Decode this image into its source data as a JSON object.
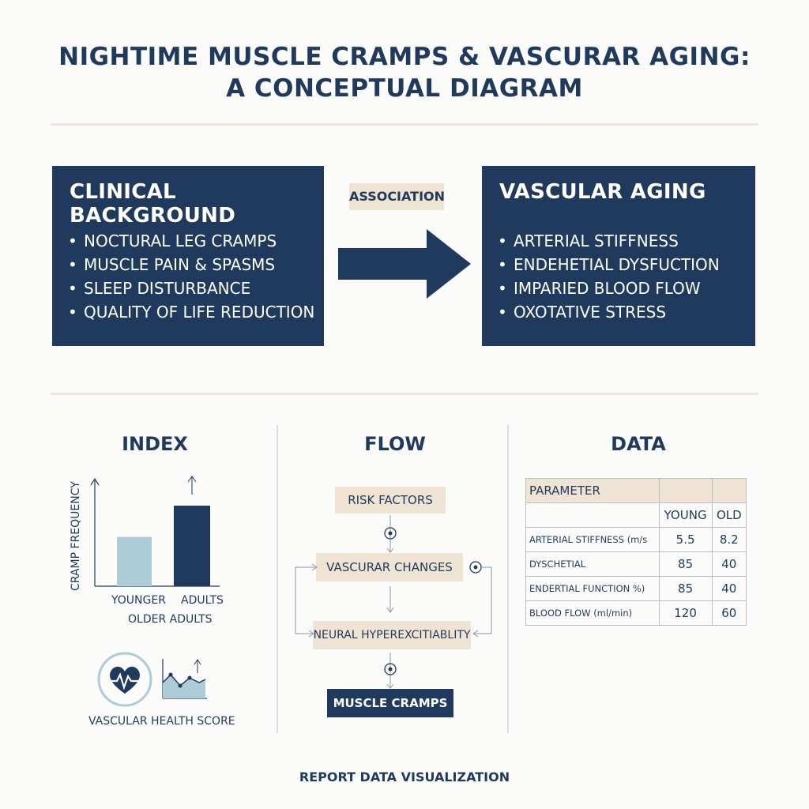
{
  "title": {
    "line1": "NIGHTIME MUSCLE CRAMPS & VASCURAR AGING:",
    "line2": "A CONCEPTUAL DIAGRAM"
  },
  "clinical_background": {
    "heading": "CLINICAL BACKGROUND",
    "items": [
      "NOCTURAL LEG CRAMPS",
      "MUSCLE PAIN & SPASMS",
      "SLEEP DISTURBANCE",
      "QUALITY OF LIFE REDUCTION"
    ]
  },
  "association_label": "ASSOCIATION",
  "vascular_aging": {
    "heading": "VASCULAR AGING",
    "items": [
      "ARTERIAL STIFFNESS",
      "ENDEHETIAL DYSFUCTION",
      "IMPARIED BLOOD FLOW",
      "OXOTATIVE STRESS"
    ]
  },
  "index": {
    "heading": "INDEX",
    "ylabel": "CRAMP FREQUENCY",
    "bar_labels": [
      "YOUNGER",
      "ADULTS"
    ],
    "sub_label": "OLDER ADULTS",
    "bars": [
      0.52,
      0.85
    ],
    "bar_colors": [
      "#aecbd8",
      "#1f3a5c"
    ],
    "score_label": "VASCULAR HEALTH SCORE",
    "icons": [
      "heart-pulse-icon",
      "trend-chart-icon"
    ]
  },
  "flow": {
    "heading": "FLOW",
    "steps": [
      "RISK FACTORS",
      "VASCURAR CHANGES",
      "NEURAL HYPEREXCITIABLITY",
      "MUSCLE CRAMPS"
    ]
  },
  "data_table": {
    "heading": "DATA",
    "header": "PARAMETER",
    "columns": [
      "YOUNG",
      "OLD"
    ],
    "rows": [
      {
        "label": "ARTERIAL STIFFNESS (m/s",
        "young": "5.5",
        "old": "8.2"
      },
      {
        "label": "DYSCHETIAL",
        "young": "85",
        "old": "40"
      },
      {
        "label": "ENDERTIAL FUNCTION %)",
        "young": "85",
        "old": "40"
      },
      {
        "label": "BLOOD FLOW (ml/min)",
        "young": "120",
        "old": "60"
      }
    ]
  },
  "footer": "REPORT DATA VISUALIZATION",
  "colors": {
    "navy": "#1f3a5c",
    "beige": "#efe3d3",
    "light_blue": "#aecbd8"
  }
}
